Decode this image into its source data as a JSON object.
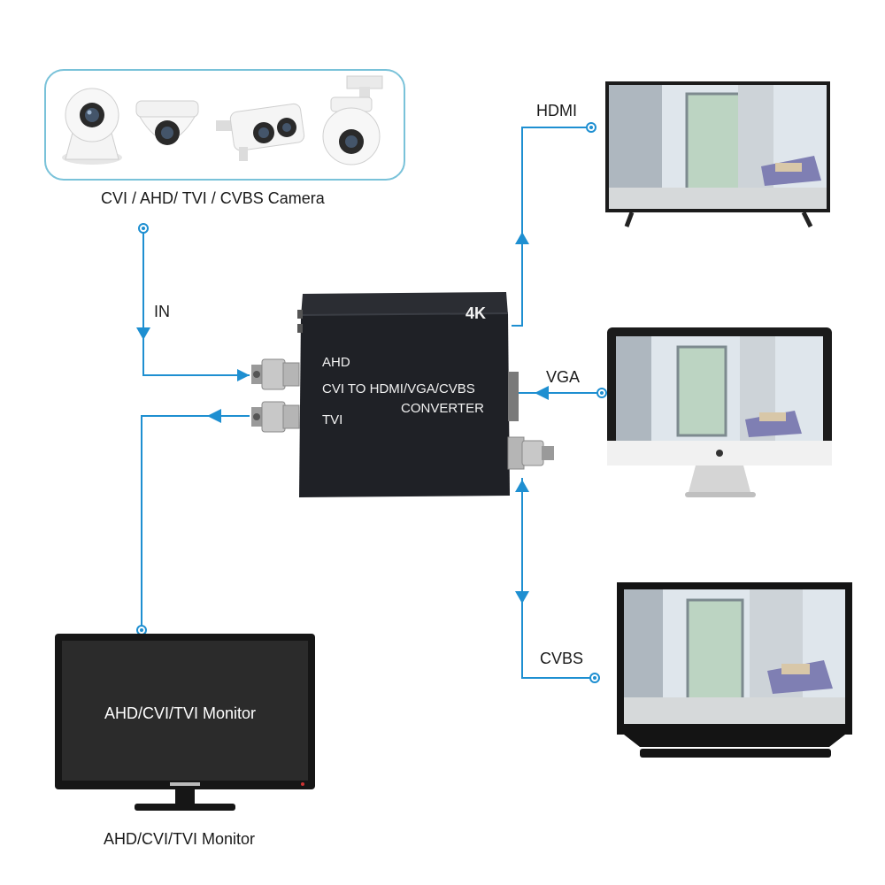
{
  "camera_group": {
    "caption": "CVI  / AHD/ TVI / CVBS Camera",
    "cameras": [
      "pan-tilt-camera-icon",
      "dome-camera-icon",
      "bullet-camera-icon",
      "ptz-camera-icon"
    ]
  },
  "links": {
    "in": "IN",
    "hdmi": "HDMI",
    "vga": "VGA",
    "cvbs": "CVBS"
  },
  "converter": {
    "badge": "4K",
    "line_ahd": "AHD",
    "line_cvi": "CVI  TO HDMI/VGA/CVBS",
    "line_converter": "CONVERTER",
    "line_tvi": "TVI"
  },
  "monitor": {
    "screen_text": "AHD/CVI/TVI Monitor",
    "caption": "AHD/CVI/TVI Monitor"
  },
  "colors": {
    "wire": "#1e8fd1",
    "device": "#1f2126",
    "camera_border": "#79c2d9"
  }
}
